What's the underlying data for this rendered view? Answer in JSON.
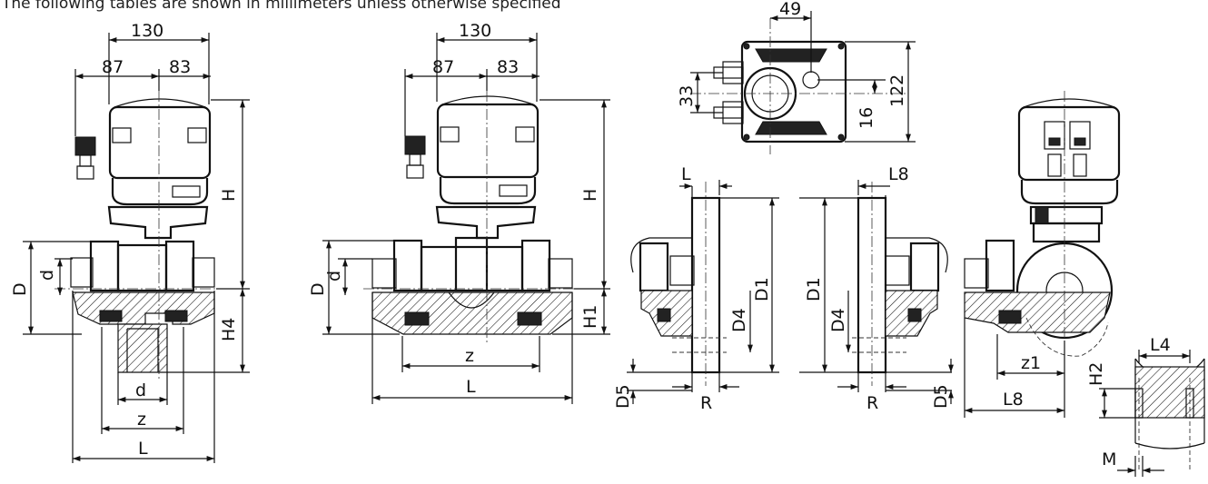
{
  "caption": "The following tables are shown in millimeters unless otherwise specified",
  "views": {
    "front_a": {
      "dim_top": "130",
      "dim_left": "87",
      "dim_right": "83",
      "H": "H",
      "H4": "H4",
      "D": "D",
      "d_top": "d",
      "d_bottom": "d",
      "z": "z",
      "L": "L"
    },
    "front_b": {
      "dim_top": "130",
      "dim_left": "87",
      "dim_right": "83",
      "H": "H",
      "H1": "H1",
      "D": "D",
      "d": "d",
      "z": "z",
      "L": "L"
    },
    "top": {
      "w": "49",
      "h1": "33",
      "h2": "16",
      "h3": "122"
    },
    "detail_left": {
      "L": "L",
      "D1": "D1",
      "D4": "D4",
      "D5": "D5",
      "R": "R"
    },
    "detail_right": {
      "L8": "L8",
      "D1": "D1",
      "D4": "D4",
      "D5": "D5",
      "R": "R"
    },
    "side": {
      "z1": "z1",
      "L8": "L8",
      "H2": "H2",
      "L4": "L4",
      "M": "M"
    }
  }
}
